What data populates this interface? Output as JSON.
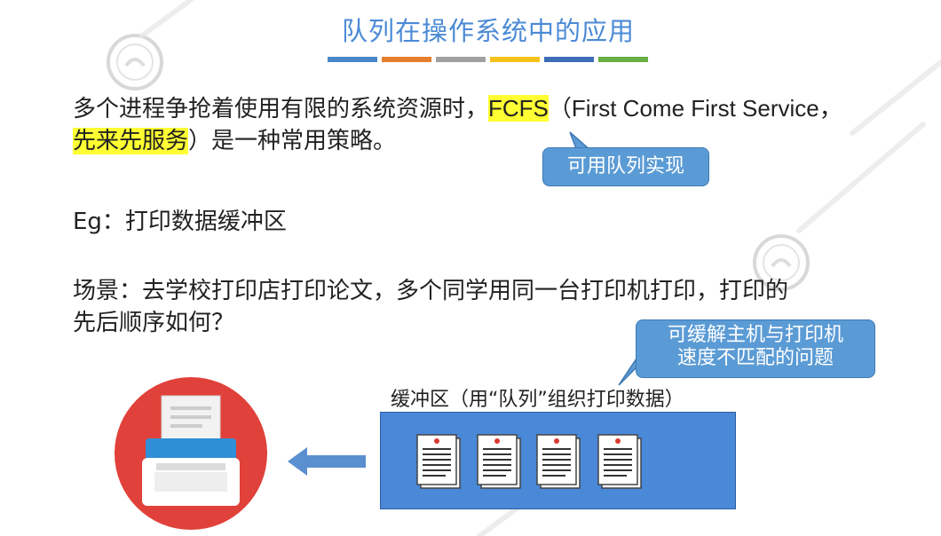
{
  "slide": {
    "title": "队列在操作系统中的应用",
    "color_bar": [
      "#4a86c8",
      "#e57f2e",
      "#a0a0a0",
      "#f5c21a",
      "#3e6db8",
      "#6aae46"
    ],
    "intro": {
      "part1": "多个进程争抢着使用有限的系统资源时，",
      "fcfs": "FCFS",
      "part2": "（First Come First Service，",
      "chinese_term": "先来先服务",
      "part3": "）是一种常用策略。"
    },
    "callout_queue": "可用队列实现",
    "example": "Eg：打印数据缓冲区",
    "scene": {
      "line1": "场景：去学校打印店打印论文，多个同学用同一台打印机打印，打印的",
      "line2": "先后顺序如何？"
    },
    "callout_speed": {
      "line1": "可缓解主机与打印机",
      "line2": "速度不匹配的问题"
    },
    "buffer_label": "缓冲区（用“队列”组织打印数据）",
    "document_count": 4,
    "colors": {
      "title": "#4b8ad6",
      "highlight": "#ffff33",
      "callout": "#5b9bd5",
      "buffer": "#4a88d8",
      "printer_circle": "#e0413a",
      "printer_blue": "#2f8fd6",
      "arrow": "#5a8fd0"
    },
    "icons": [
      "watermark-logo",
      "printer-icon",
      "arrow-left-icon",
      "document-icon"
    ]
  }
}
